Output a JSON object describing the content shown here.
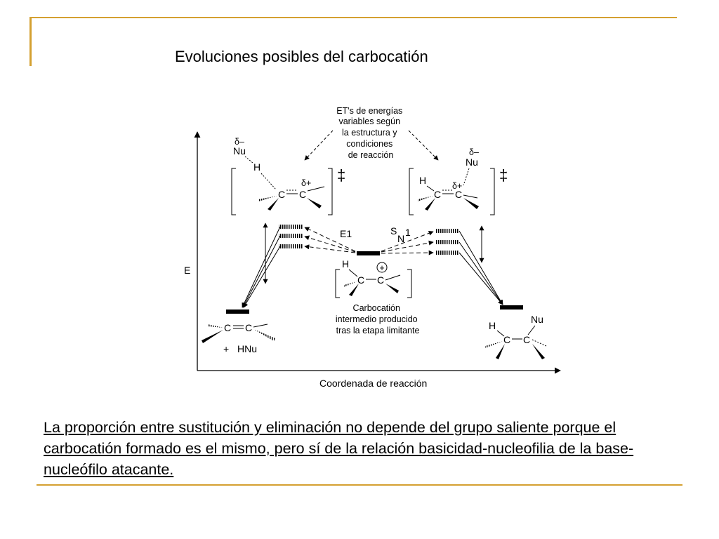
{
  "slide": {
    "title": "Evoluciones posibles del carbocatión",
    "caption": "La proporción entre sustitución y eliminación no depende del grupo saliente porque el carbocatión formado es el mismo, pero sí de la relación basicidad-nucleofilia de la  base-nucleófilo atacante.",
    "accent_color": "#d4a030"
  },
  "diagram": {
    "y_axis_label": "E",
    "x_axis_label": "Coordenada de reacción",
    "note_lines": [
      "ET's de energías",
      "variables según",
      "la estructura y",
      "condiciones",
      "de reacción"
    ],
    "path_left_label": "E1",
    "path_right_label_main": "S",
    "path_right_label_sub": "N",
    "path_right_label_num": "1",
    "intermediate_caption_lines": [
      "Carbocatión",
      "intermedio producido",
      "tras la etapa limitante"
    ],
    "ts_symbol": "‡",
    "atoms": {
      "carbon": "C",
      "hydrogen": "H",
      "nucleophile": "Nu",
      "delta_minus": "δ–",
      "delta_plus": "δ+",
      "plus": "+",
      "hnu": "HNu",
      "double_bond_mid": "="
    }
  }
}
